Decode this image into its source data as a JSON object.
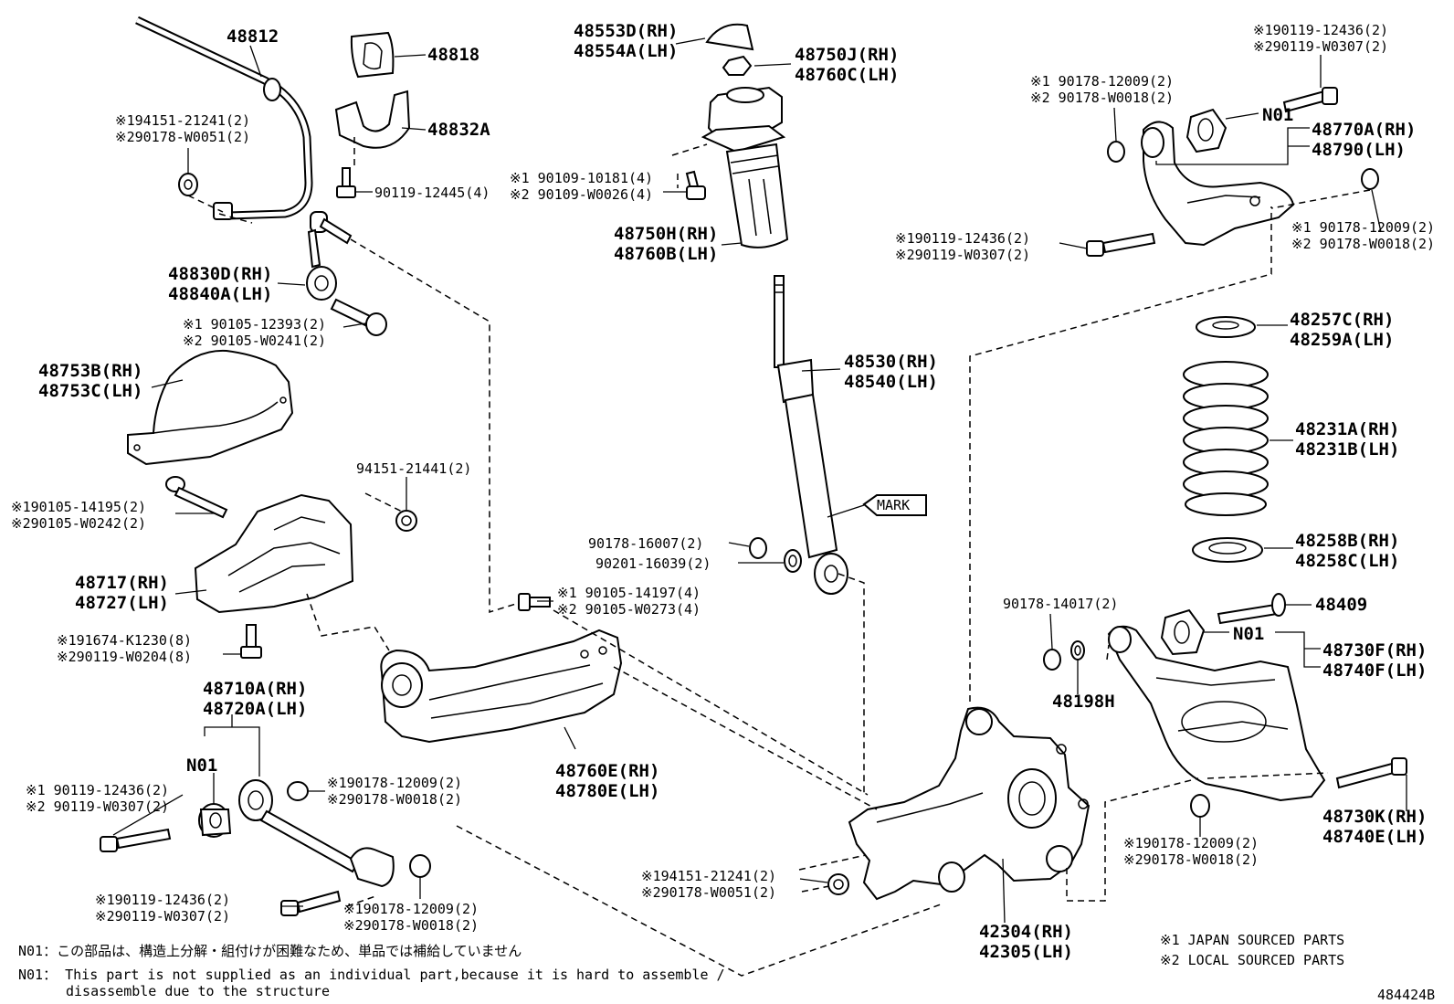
{
  "labels": {
    "p48812": "48812",
    "p48818": "48818",
    "p48832A": "48832A",
    "p90119_12445": "90119-12445(4)",
    "stab_bush_1": "※194151-21241(2)",
    "stab_bush_2": "※290178-W0051(2)",
    "link_rh": "48830D(RH)",
    "link_lh": "48840A(LH)",
    "link_bolt_1": "※1 90105-12393(2)",
    "link_bolt_2": "※2 90105-W0241(2)",
    "cover_rh": "48753B(RH)",
    "cover_lh": "48753C(LH)",
    "bracket_bolt_1": "※190105-14195(2)",
    "bracket_bolt_2": "※290105-W0242(2)",
    "p94151_21441": "94151-21441(2)",
    "bracket_rh": "48717(RH)",
    "bracket_lh": "48727(LH)",
    "bracket_screw_1": "※191674-K1230(8)",
    "bracket_screw_2": "※290119-W0204(8)",
    "cap_rh": "48553D(RH)",
    "cap_lh": "48554A(LH)",
    "mount_rh": "48750J(RH)",
    "mount_lh": "48760C(LH)",
    "mount_bolt_1": "※1 90109-10181(4)",
    "mount_bolt_2": "※2 90109-W0026(4)",
    "boot_rh": "48750H(RH)",
    "boot_lh": "48760B(LH)",
    "shock_rh": "48530(RH)",
    "shock_lh": "48540(LH)",
    "mark": "MARK",
    "p90178_16007": "90178-16007(2)",
    "p90201_16039": "90201-16039(2)",
    "trail_bolt_1": "※1 90105-14197(4)",
    "trail_bolt_2": "※2 90105-W0273(4)",
    "trail_rh": "48760E(RH)",
    "trail_lh": "48780E(LH)",
    "toe_rh": "48710A(RH)",
    "toe_lh": "48720A(LH)",
    "n01_a": "N01",
    "toe_bolt_1": "※1 90119-12436(2)",
    "toe_bolt_2": "※2 90119-W0307(2)",
    "toe_nut_1": "※190178-12009(2)",
    "toe_nut_2": "※290178-W0018(2)",
    "toe_bolt2_1": "※190119-12436(2)",
    "toe_bolt2_2": "※290119-W0307(2)",
    "toe_nut2_1": "※190178-12009(2)",
    "toe_nut2_2": "※290178-W0018(2)",
    "upper_top_1": "※190119-12436(2)",
    "upper_top_2": "※290119-W0307(2)",
    "upper_nut_1": "※1 90178-12009(2)",
    "upper_nut_2": "※2 90178-W0018(2)",
    "n01_b": "N01",
    "upper_rh": "48770A(RH)",
    "upper_lh": "48790(LH)",
    "upper_bolt_1": "※190119-12436(2)",
    "upper_bolt_2": "※290119-W0307(2)",
    "upper_nutr_1": "※1 90178-12009(2)",
    "upper_nutr_2": "※2 90178-W0018(2)",
    "seat_up_rh": "48257C(RH)",
    "seat_up_lh": "48259A(LH)",
    "spring_rh": "48231A(RH)",
    "spring_lh": "48231B(LH)",
    "seat_lo_rh": "48258B(RH)",
    "seat_lo_lh": "48258C(LH)",
    "p90178_14017": "90178-14017(2)",
    "p48409": "48409",
    "n01_c": "N01",
    "p48198H": "48198H",
    "lower_rh": "48730F(RH)",
    "lower_lh": "48740F(LH)",
    "lbolt_rh": "48730K(RH)",
    "lbolt_lh": "48740E(LH)",
    "lower_nut_1": "※190178-12009(2)",
    "lower_nut_2": "※290178-W0018(2)",
    "knuckle_nut_1": "※194151-21241(2)",
    "knuckle_nut_2": "※290178-W0051(2)",
    "knuckle_rh": "42304(RH)",
    "knuckle_lh": "42305(LH)"
  },
  "legend": {
    "item1": "※1 JAPAN SOURCED PARTS",
    "item2": "※2 LOCAL SOURCED PARTS"
  },
  "footnotes": {
    "jp": "N01：この部品は、構造上分解・組付けが困難なため、単品では補給していません",
    "en1": "N01： This part is not supplied as an individual part,because it is hard to assemble /",
    "en2": "disassemble due to the structure"
  },
  "drawing_id": "484424B"
}
